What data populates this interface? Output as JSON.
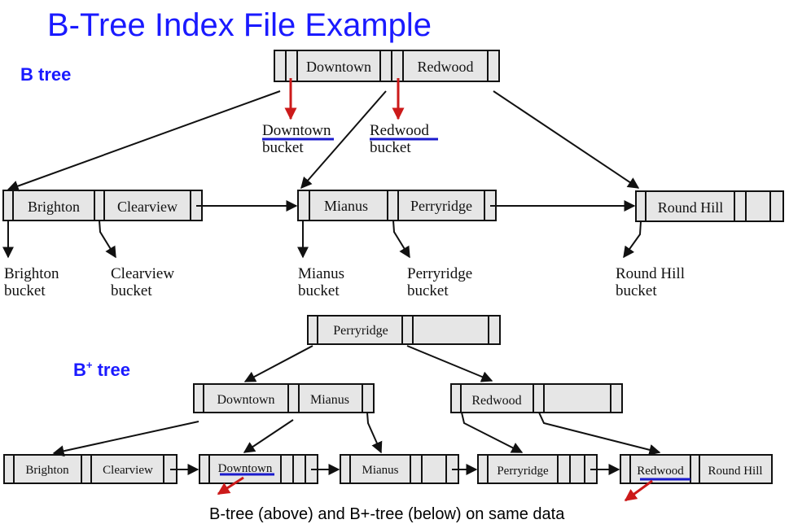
{
  "title": "B-Tree Index File Example",
  "btree": {
    "label": "B tree",
    "root": [
      "Downtown",
      "Redwood"
    ],
    "leaves": [
      [
        "Brighton",
        "Clearview"
      ],
      [
        "Mianus",
        "Perryridge"
      ],
      [
        "Round Hill"
      ]
    ],
    "buckets": {
      "downtown": [
        "Downtown",
        "bucket"
      ],
      "redwood": [
        "Redwood",
        "bucket"
      ],
      "brighton": [
        "Brighton",
        "bucket"
      ],
      "clearview": [
        "Clearview",
        "bucket"
      ],
      "mianus": [
        "Mianus",
        "bucket"
      ],
      "perryridge": [
        "Perryridge",
        "bucket"
      ],
      "roundhill": [
        "Round Hill",
        "bucket"
      ]
    }
  },
  "bplustree": {
    "label_main": "B",
    "label_sup": "+",
    "label_rest": " tree",
    "root": [
      "Perryridge"
    ],
    "internal": [
      [
        "Downtown",
        "Mianus"
      ],
      [
        "Redwood"
      ]
    ],
    "leaves": [
      [
        "Brighton",
        "Clearview"
      ],
      [
        "Downtown"
      ],
      [
        "Mianus"
      ],
      [
        "Perryridge"
      ],
      [
        "Redwood",
        "Round Hill"
      ]
    ]
  },
  "caption": "B-tree (above) and B+-tree (below) on same data"
}
